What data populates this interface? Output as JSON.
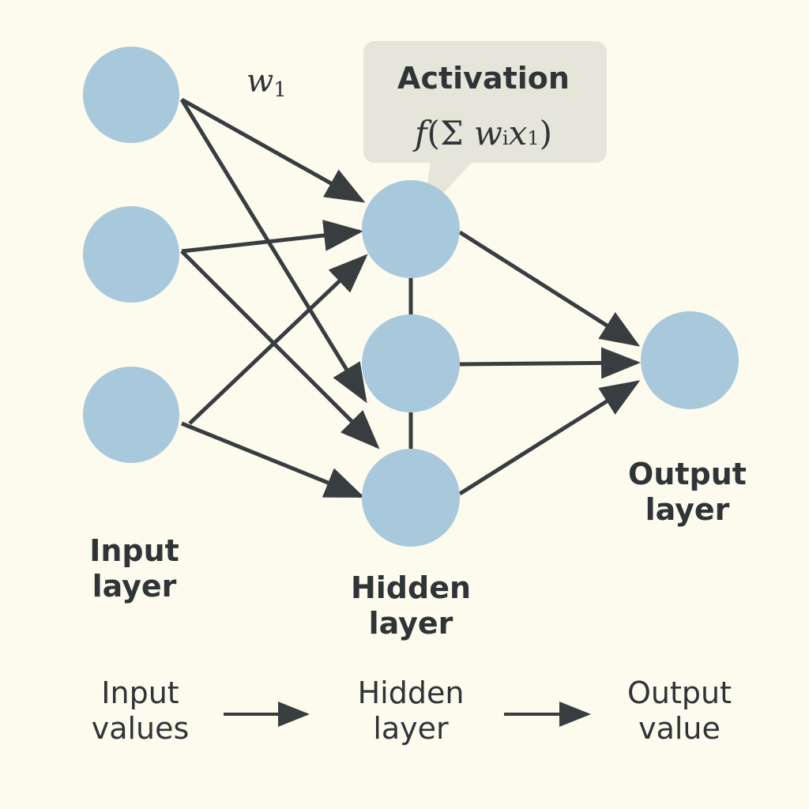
{
  "weight_label": {
    "symbol": "w",
    "subscript": "1"
  },
  "callout": {
    "title": "Activation",
    "formula": {
      "func": "f",
      "open": "(",
      "sum": "Σ",
      "w": "w",
      "w_sub": "i",
      "x": "x",
      "x_sub": "1",
      "close": ")"
    }
  },
  "layers": {
    "input": {
      "line1": "Input",
      "line2": "layer"
    },
    "hidden": {
      "line1": "Hidden",
      "line2": "layer"
    },
    "output": {
      "line1": "Output",
      "line2": "layer"
    }
  },
  "flow": {
    "input": {
      "line1": "Input",
      "line2": "values"
    },
    "hidden": {
      "line1": "Hidden",
      "line2": "layer"
    },
    "output": {
      "line1": "Output",
      "line2": "value"
    }
  },
  "colors": {
    "background": "#fdfbee",
    "node_fill": "#a8c8dc",
    "edge": "#383d40",
    "callout_fill": "#e6e5da",
    "text": "#2f3437"
  }
}
